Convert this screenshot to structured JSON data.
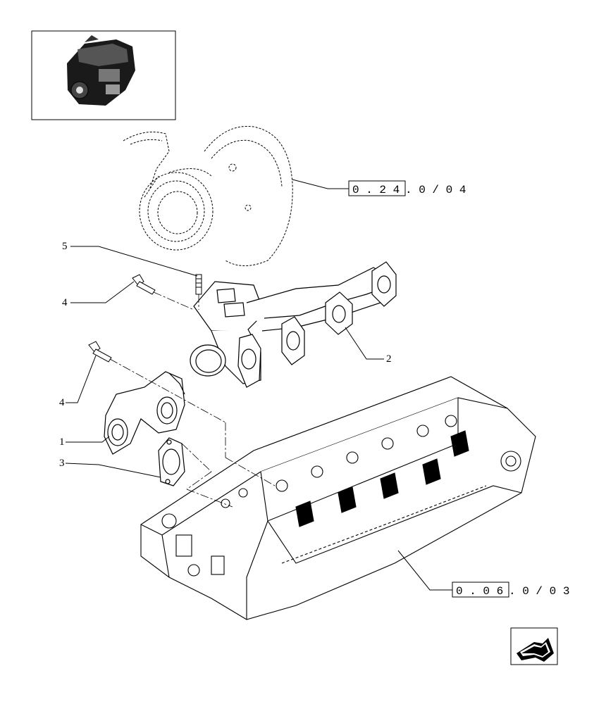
{
  "thumbnail": {
    "icon": "engine-thumbnail-icon"
  },
  "callouts": [
    {
      "number": "5"
    },
    {
      "number": "4"
    },
    {
      "number": "4"
    },
    {
      "number": "2"
    },
    {
      "number": "1"
    },
    {
      "number": "3"
    }
  ],
  "references": [
    {
      "boxed": "0 . 2 4",
      "suffix": ". 0 / 0 4"
    },
    {
      "boxed": "0 . 0 6",
      "suffix": ". 0 / 0 3"
    }
  ],
  "navigation": {
    "icon": "previous-page-arrow-icon"
  }
}
